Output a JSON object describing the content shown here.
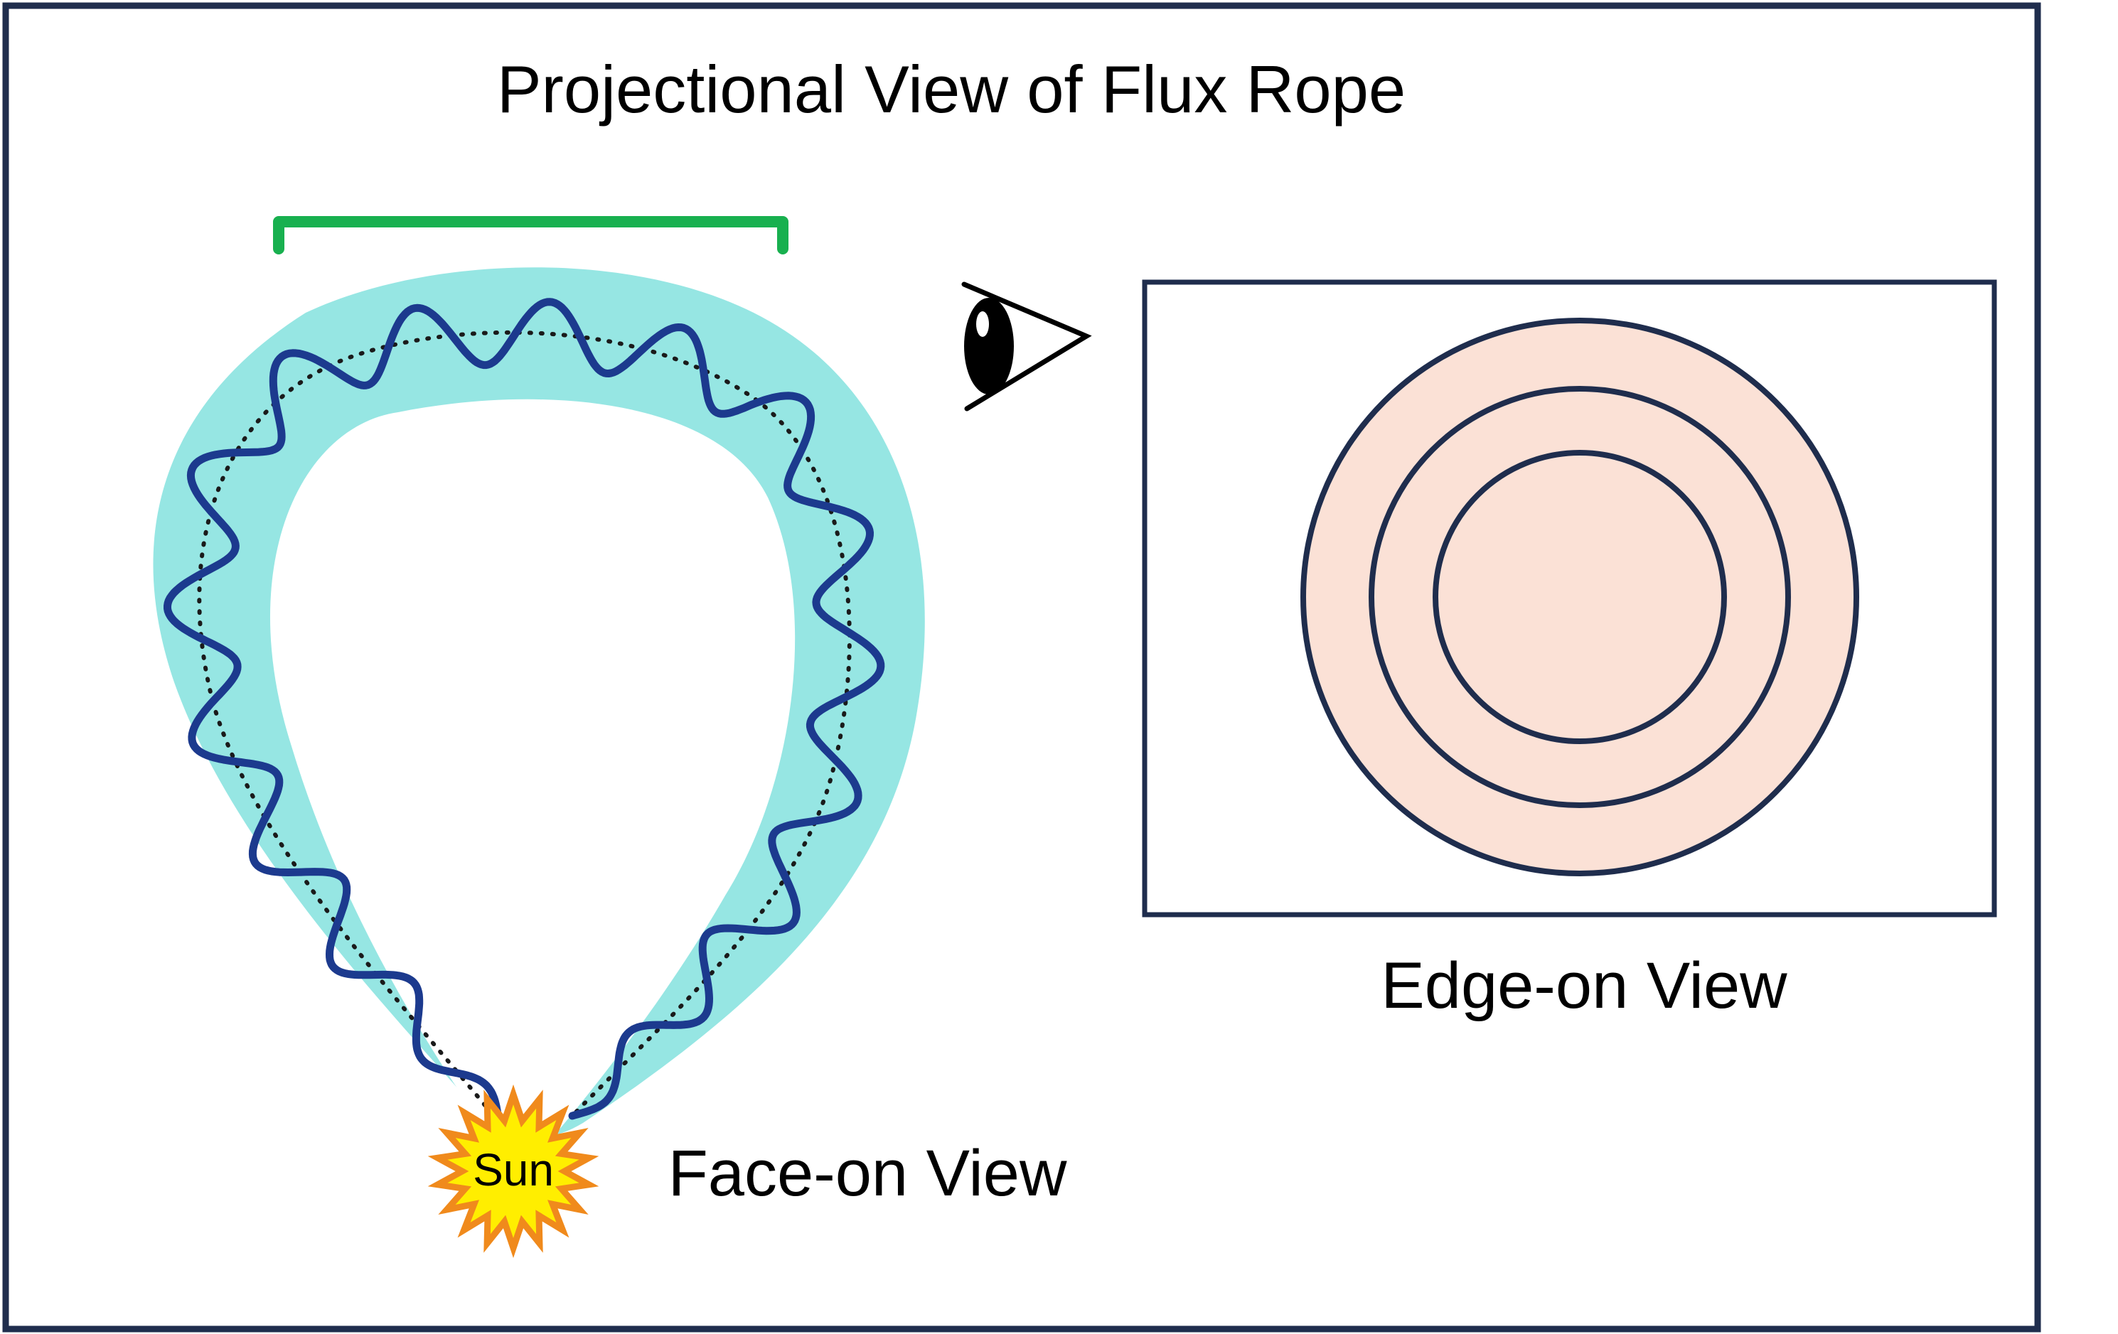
{
  "title": "Projectional View of Flux Rope",
  "face_view": {
    "label": "Face-on View",
    "sun_label": "Sun"
  },
  "edge_view": {
    "label": "Edge-on View"
  },
  "colors": {
    "frame": "#1f2d4d",
    "tube_fill": "#96e6e3",
    "field_line": "#1c3a8e",
    "bracket": "#18b04f",
    "disk_fill": "#fbe1d6",
    "disk_stroke": "#1f2d4d",
    "sun_fill": "#ffee00",
    "sun_stroke": "#f08a1c",
    "eye": "#000000"
  }
}
